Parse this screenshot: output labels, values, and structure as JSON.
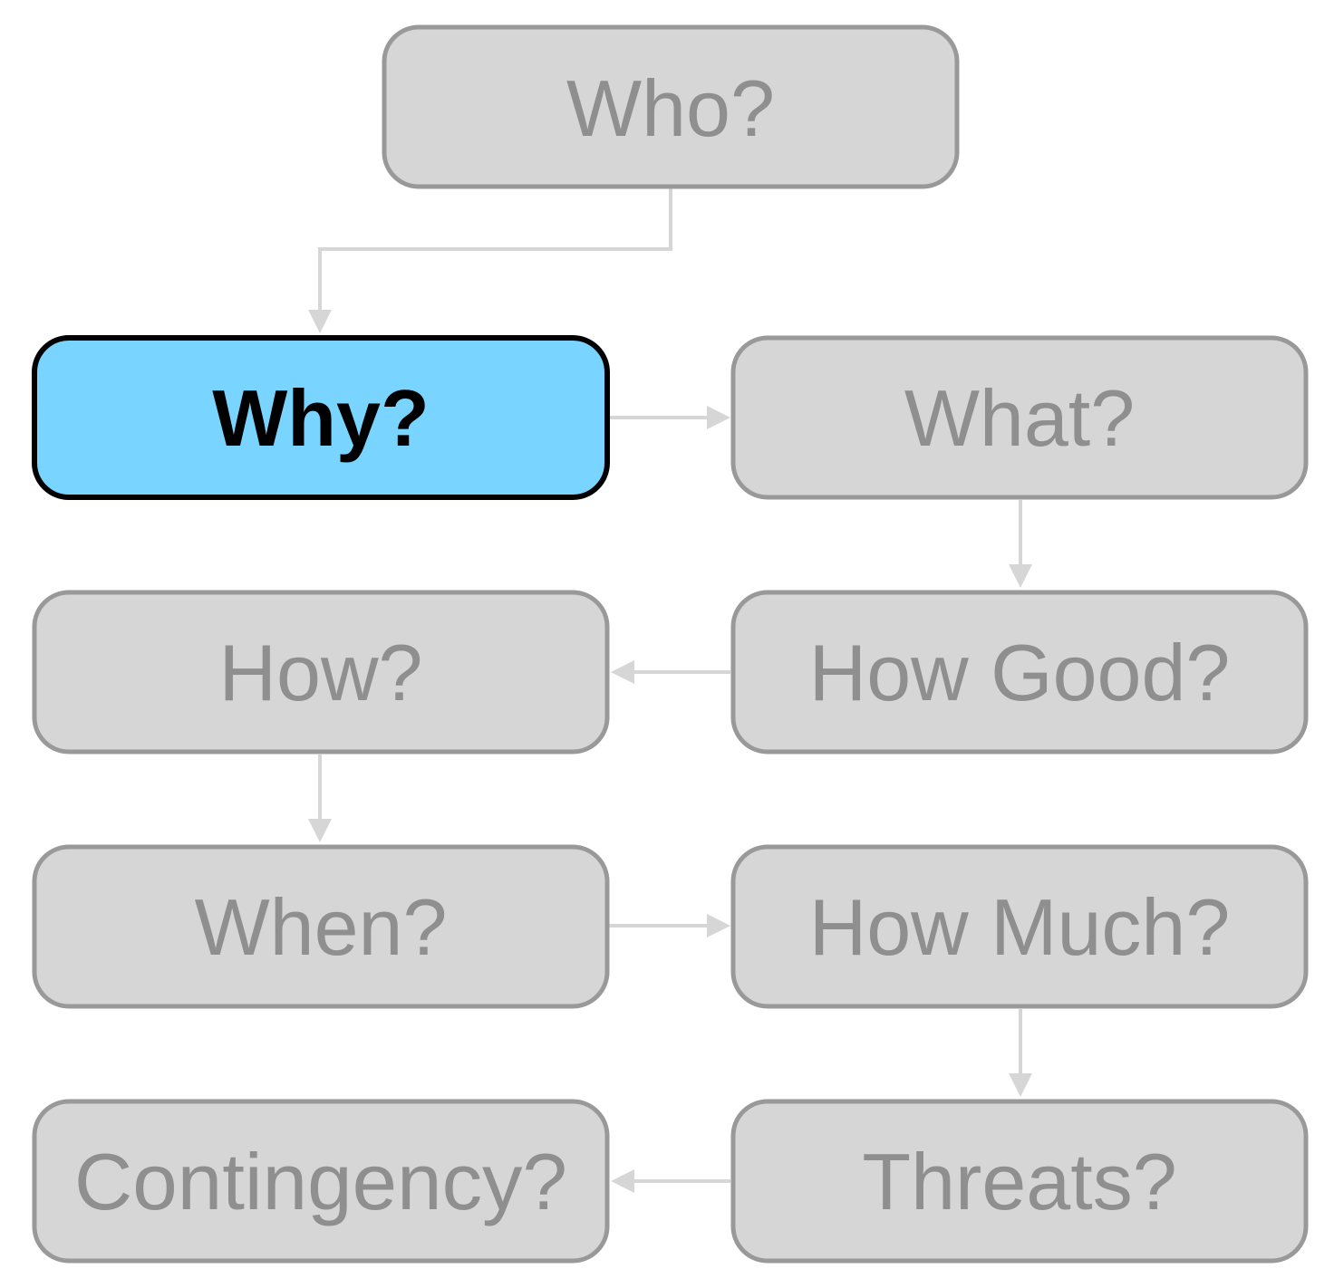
{
  "colors": {
    "inactive_fill": "#d6d6d6",
    "inactive_stroke": "#999999",
    "inactive_text": "#8f8f8f",
    "active_fill": "#79d5ff",
    "active_stroke": "#000000",
    "active_text": "#000000",
    "connector": "#d6d6d6"
  },
  "nodes": {
    "who": {
      "label": "Who?",
      "active": false
    },
    "why": {
      "label": "Why?",
      "active": true
    },
    "what": {
      "label": "What?",
      "active": false
    },
    "how": {
      "label": "How?",
      "active": false
    },
    "how_good": {
      "label": "How Good?",
      "active": false
    },
    "when": {
      "label": "When?",
      "active": false
    },
    "how_much": {
      "label": "How Much?",
      "active": false
    },
    "contingency": {
      "label": "Contingency?",
      "active": false
    },
    "threats": {
      "label": "Threats?",
      "active": false
    }
  },
  "flow": [
    {
      "from": "who",
      "to": "why"
    },
    {
      "from": "why",
      "to": "what"
    },
    {
      "from": "what",
      "to": "how_good"
    },
    {
      "from": "how_good",
      "to": "how"
    },
    {
      "from": "how",
      "to": "when"
    },
    {
      "from": "when",
      "to": "how_much"
    },
    {
      "from": "how_much",
      "to": "threats"
    },
    {
      "from": "threats",
      "to": "contingency"
    }
  ]
}
